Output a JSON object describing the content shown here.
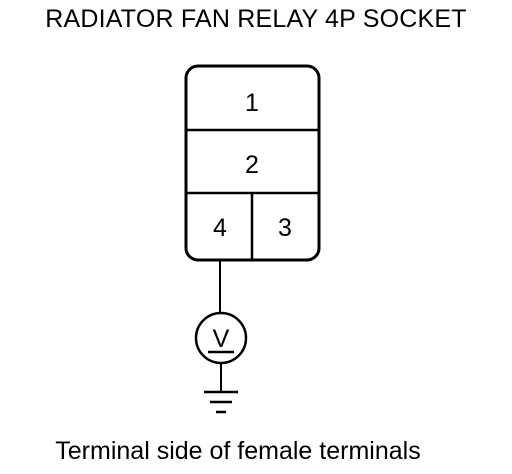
{
  "title": "RADIATOR FAN RELAY 4P SOCKET",
  "connector": {
    "terminals": [
      {
        "pin": "1"
      },
      {
        "pin": "2"
      },
      {
        "pin": "4"
      },
      {
        "pin": "3"
      }
    ]
  },
  "meter": {
    "symbol": "V",
    "connected_terminal": "4"
  },
  "ground": {
    "icon": "ground-icon"
  },
  "caption": "Terminal side of female terminals",
  "colors": {
    "line": "#000000",
    "background": "#ffffff"
  }
}
